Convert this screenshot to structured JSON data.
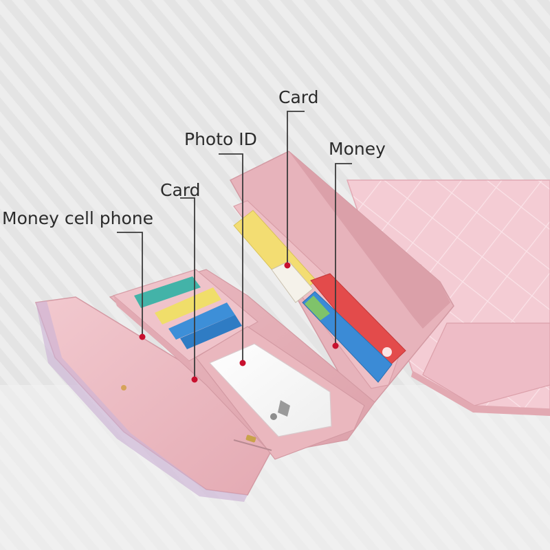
{
  "callouts": {
    "card_top": "Card",
    "photo_id": "Photo ID",
    "money": "Money",
    "card_mid": "Card",
    "money_cell_phone": "Money cell phone"
  },
  "colors": {
    "background": "#ececec",
    "wallet_pink": "#e8b7be",
    "wallet_pink_dark": "#d59aa3",
    "quilted_pink": "#f3cbd3",
    "leader_line": "#3a3a3a",
    "marker_dot": "#c8102e"
  }
}
